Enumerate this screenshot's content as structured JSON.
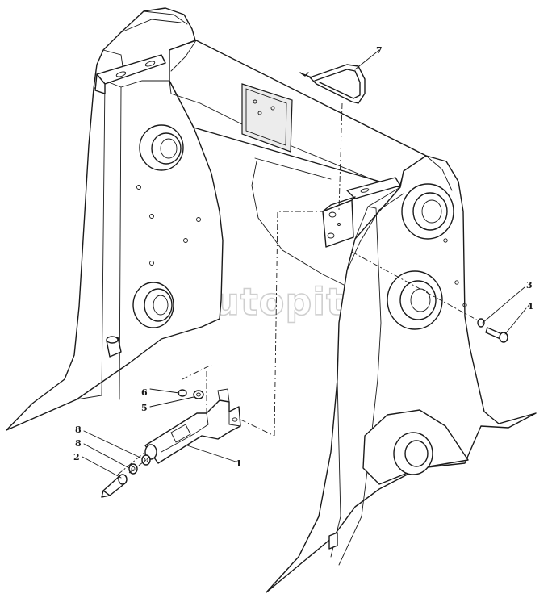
{
  "watermark": {
    "text": "autopiter.ru"
  },
  "callouts": [
    {
      "id": "7",
      "label": "7"
    },
    {
      "id": "3",
      "label": "3"
    },
    {
      "id": "4",
      "label": "4"
    },
    {
      "id": "6",
      "label": "6"
    },
    {
      "id": "5",
      "label": "5"
    },
    {
      "id": "8a",
      "label": "8"
    },
    {
      "id": "8b",
      "label": "8"
    },
    {
      "id": "2",
      "label": "2"
    },
    {
      "id": "1",
      "label": "1"
    }
  ]
}
